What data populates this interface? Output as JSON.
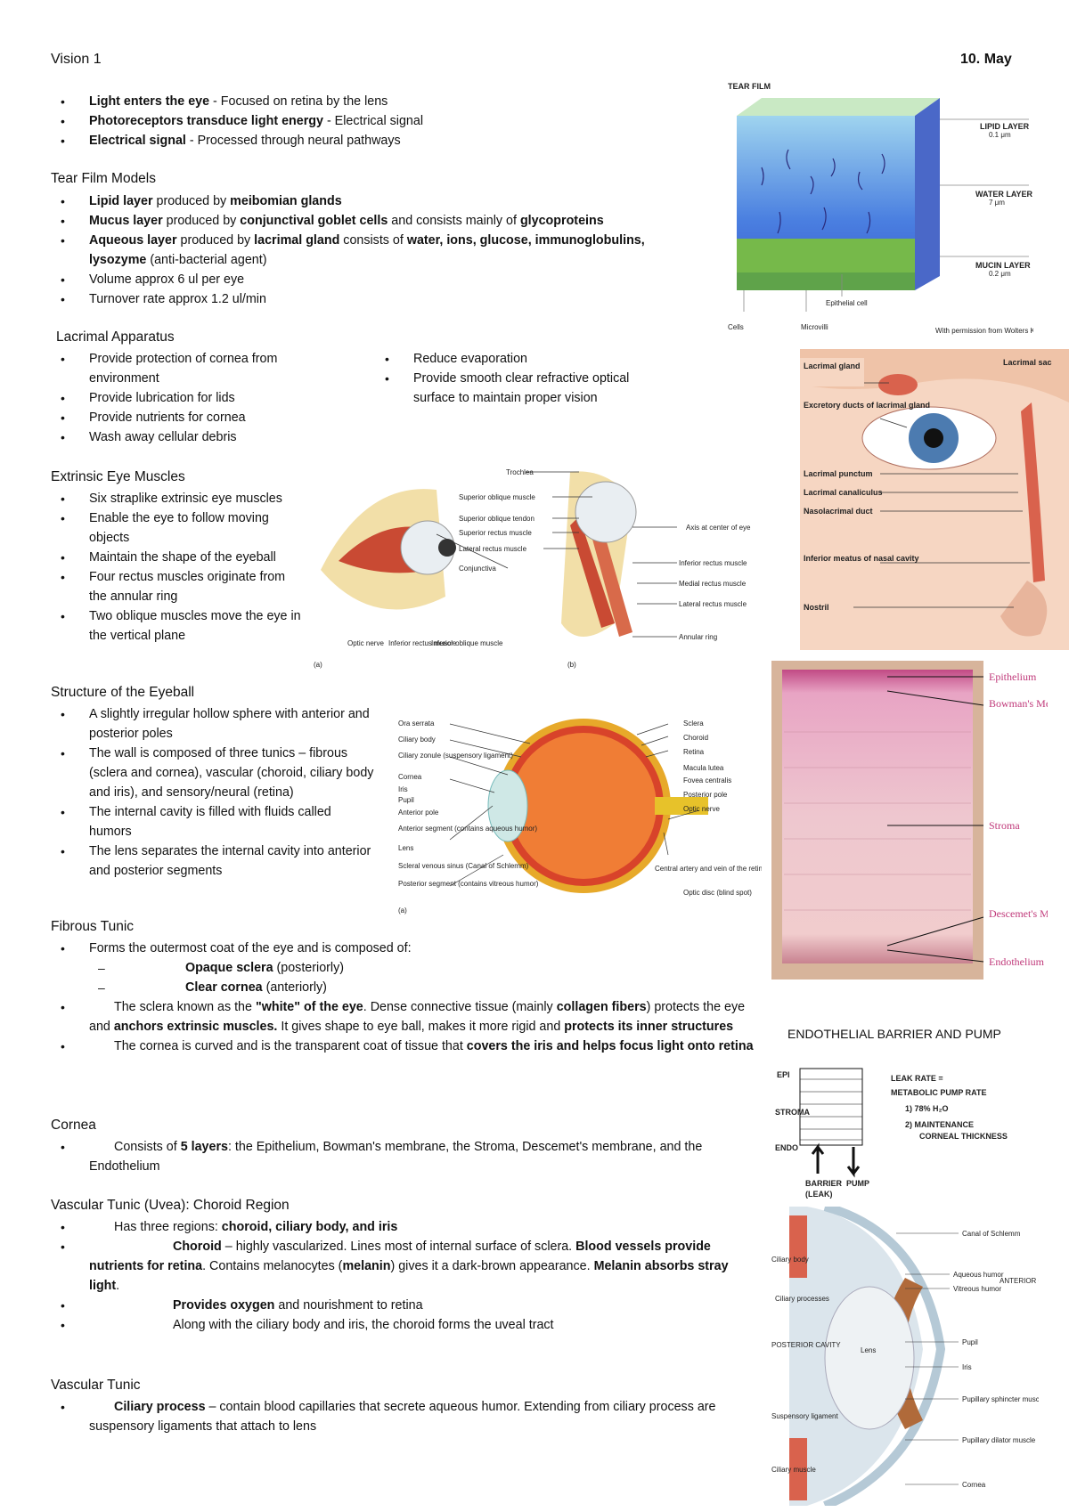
{
  "header": {
    "title": "Vision 1",
    "date": "10. May"
  },
  "intro": [
    {
      "b": "Light enters the eye",
      "t": " - Focused on retina by the lens"
    },
    {
      "b": "Photoreceptors transduce light energy",
      "t": "  - Electrical signal"
    },
    {
      "b": "Electrical signal",
      "t": " - Processed through neural pathways"
    }
  ],
  "tear_film": {
    "heading": "Tear Film Models",
    "items": [
      {
        "html": "<b>Lipid layer</b> produced by <b>meibomian glands</b>"
      },
      {
        "html": "<b>Mucus layer</b> produced by <b>conjunctival goblet cells</b> and consists mainly of <b>glycoproteins</b>"
      },
      {
        "html": "<b>Aqueous layer</b> produced by <b>lacrimal gland</b> consists of <b>water, ions, glucose, immunoglobulins, lysozyme</b> (anti-bacterial agent)"
      },
      {
        "html": "Volume approx 6 ul per eye"
      },
      {
        "html": "Turnover rate approx 1.2 ul/min"
      }
    ]
  },
  "lacrimal": {
    "heading": "Lacrimal Apparatus",
    "left": [
      "Provide protection of cornea from environment",
      "Provide lubrication for lids",
      "Provide nutrients for cornea",
      "Wash away cellular debris"
    ],
    "right": [
      "Reduce evaporation",
      "Provide smooth clear refractive optical surface to maintain proper vision"
    ]
  },
  "extrinsic": {
    "heading": "Extrinsic Eye Muscles",
    "items": [
      "Six straplike extrinsic eye muscles",
      "Enable the eye to follow moving objects",
      "Maintain the shape of the eyeball",
      "Four rectus muscles originate from the annular ring",
      "Two oblique muscles move the eye in the vertical plane"
    ]
  },
  "structure": {
    "heading": "Structure of the Eyeball",
    "items": [
      "A slightly irregular hollow sphere with anterior and posterior poles",
      "The wall is composed of three tunics – fibrous (sclera and cornea), vascular (choroid, ciliary body and iris), and sensory/neural (retina)",
      "The internal cavity is filled with fluids called humors",
      "The lens separates the internal cavity into anterior and posterior segments"
    ]
  },
  "fibrous": {
    "heading": "Fibrous Tunic",
    "intro": "Forms the outermost coat of the eye and is composed of:",
    "dash": [
      {
        "b": "Opaque sclera",
        "t": " (posteriorly)"
      },
      {
        "b": "Clear cornea",
        "t": " (anteriorly)"
      }
    ],
    "items": [
      {
        "html": "The sclera known as the <b>\"white\" of the eye</b>. Dense connective tissue (mainly <b>collagen fibers</b>) protects the eye and <b>anchors extrinsic muscles.</b> It gives shape to eye ball, makes it more rigid and <b>protects its inner structures</b>"
      },
      {
        "html": "The cornea is curved and is the transparent coat of tissue that <b>covers the iris and helps focus light onto retina</b>"
      }
    ]
  },
  "cornea": {
    "heading": "Cornea",
    "item": "Consists of <b>5 layers</b>: the Epithelium, Bowman's membrane, the Stroma, Descemet's membrane, and the Endothelium"
  },
  "uvea": {
    "heading": "Vascular Tunic (Uvea): Choroid Region",
    "items": [
      {
        "html": "Has three regions: <b>choroid, ciliary body, and iris</b>",
        "indent": 1
      },
      {
        "html": "<b>Choroid</b> – highly vascularized. Lines most of internal surface of sclera. <b>Blood vessels provide nutrients for retina</b>. Contains melanocytes (<b>melanin</b>) gives it a dark-brown appearance. <b>Melanin absorbs stray light</b>.",
        "indent": 2
      },
      {
        "html": "<b>Provides oxygen</b> and nourishment to retina",
        "indent": 2
      },
      {
        "html": "Along with the ciliary body and iris, the choroid forms the uveal tract",
        "indent": 2
      }
    ]
  },
  "vascular": {
    "heading": "Vascular Tunic",
    "item": "<b>Ciliary process</b> – contain blood capillaries that secrete aqueous humor. Extending from ciliary process are suspensory ligaments that attach to lens"
  },
  "figures": {
    "tear_film": {
      "title": "TEAR FILM",
      "layers": [
        "LIPID LAYER",
        "WATER LAYER",
        "MUCIN LAYER"
      ],
      "units": [
        "0.1 μm",
        "7 μm",
        "0.2 μm"
      ],
      "bottom": [
        "Cells",
        "Microvilli",
        "Epithelial cell"
      ],
      "credit": "With permission from Wolters Kluwer"
    },
    "lacrimal": {
      "labels": [
        "Lacrimal gland",
        "Excretory ducts of lacrimal gland",
        "Lacrimal punctum",
        "Lacrimal canaliculus",
        "Nasolacrimal duct",
        "Inferior meatus of nasal cavity",
        "Nostril",
        "Lacrimal sac"
      ]
    },
    "muscles": {
      "labels_top": [
        "Trochlea",
        "Superior oblique muscle",
        "Superior oblique tendon",
        "Superior rectus muscle",
        "Lateral rectus muscle",
        "Conjunctiva"
      ],
      "labels_right": [
        "Axis at center of eye",
        "Inferior rectus muscle",
        "Medial rectus muscle",
        "Lateral rectus muscle",
        "Annular ring"
      ],
      "labels_bottom": [
        "Optic nerve",
        "Inferior rectus muscle",
        "Inferior oblique muscle"
      ],
      "panels": [
        "(a)",
        "(b)"
      ]
    },
    "eyeball": {
      "left": [
        "Ora serrata",
        "Ciliary body",
        "Ciliary zonule (suspensory ligament)",
        "Cornea",
        "Iris",
        "Pupil",
        "Anterior pole",
        "Anterior segment (contains aqueous humor)",
        "Lens",
        "Scleral venous sinus (Canal of Schlemm)",
        "Posterior segment (contains vitreous humor)"
      ],
      "right": [
        "Sclera",
        "Choroid",
        "Retina",
        "Macula lutea",
        "Fovea centralis",
        "Posterior pole",
        "Optic nerve",
        "Central artery and vein of the retina",
        "Optic disc (blind spot)"
      ],
      "panel": "(a)"
    },
    "histology": {
      "labels": [
        "Epithelium",
        "Bowman's Membrane",
        "Stroma",
        "Descemet's Membrane",
        "Endothelium"
      ]
    },
    "endothelial": {
      "title": "ENDOTHELIAL BARRIER AND PUMP",
      "side": [
        "EPI",
        "STROMA",
        "ENDO"
      ],
      "leak": [
        "LEAK RATE =",
        "METABOLIC PUMP RATE",
        "1) 78% H₂O",
        "2) MAINTENANCE",
        "CORNEAL THICKNESS"
      ],
      "bottom": [
        "BARRIER",
        "(LEAK)",
        "PUMP"
      ]
    },
    "ciliary": {
      "left": [
        "Ciliary body",
        "Ciliary processes",
        "POSTERIOR CAVITY",
        "Suspensory ligament",
        "Ciliary muscle"
      ],
      "right": [
        "Canal of Schlemm",
        "Aqueous humor",
        "Vitreous humor",
        "ANTERIOR CAVITY",
        "Pupil",
        "Iris",
        "Pupillary sphincter muscle",
        "Pupillary dilator muscle",
        "Cornea"
      ],
      "center": "Lens"
    }
  }
}
